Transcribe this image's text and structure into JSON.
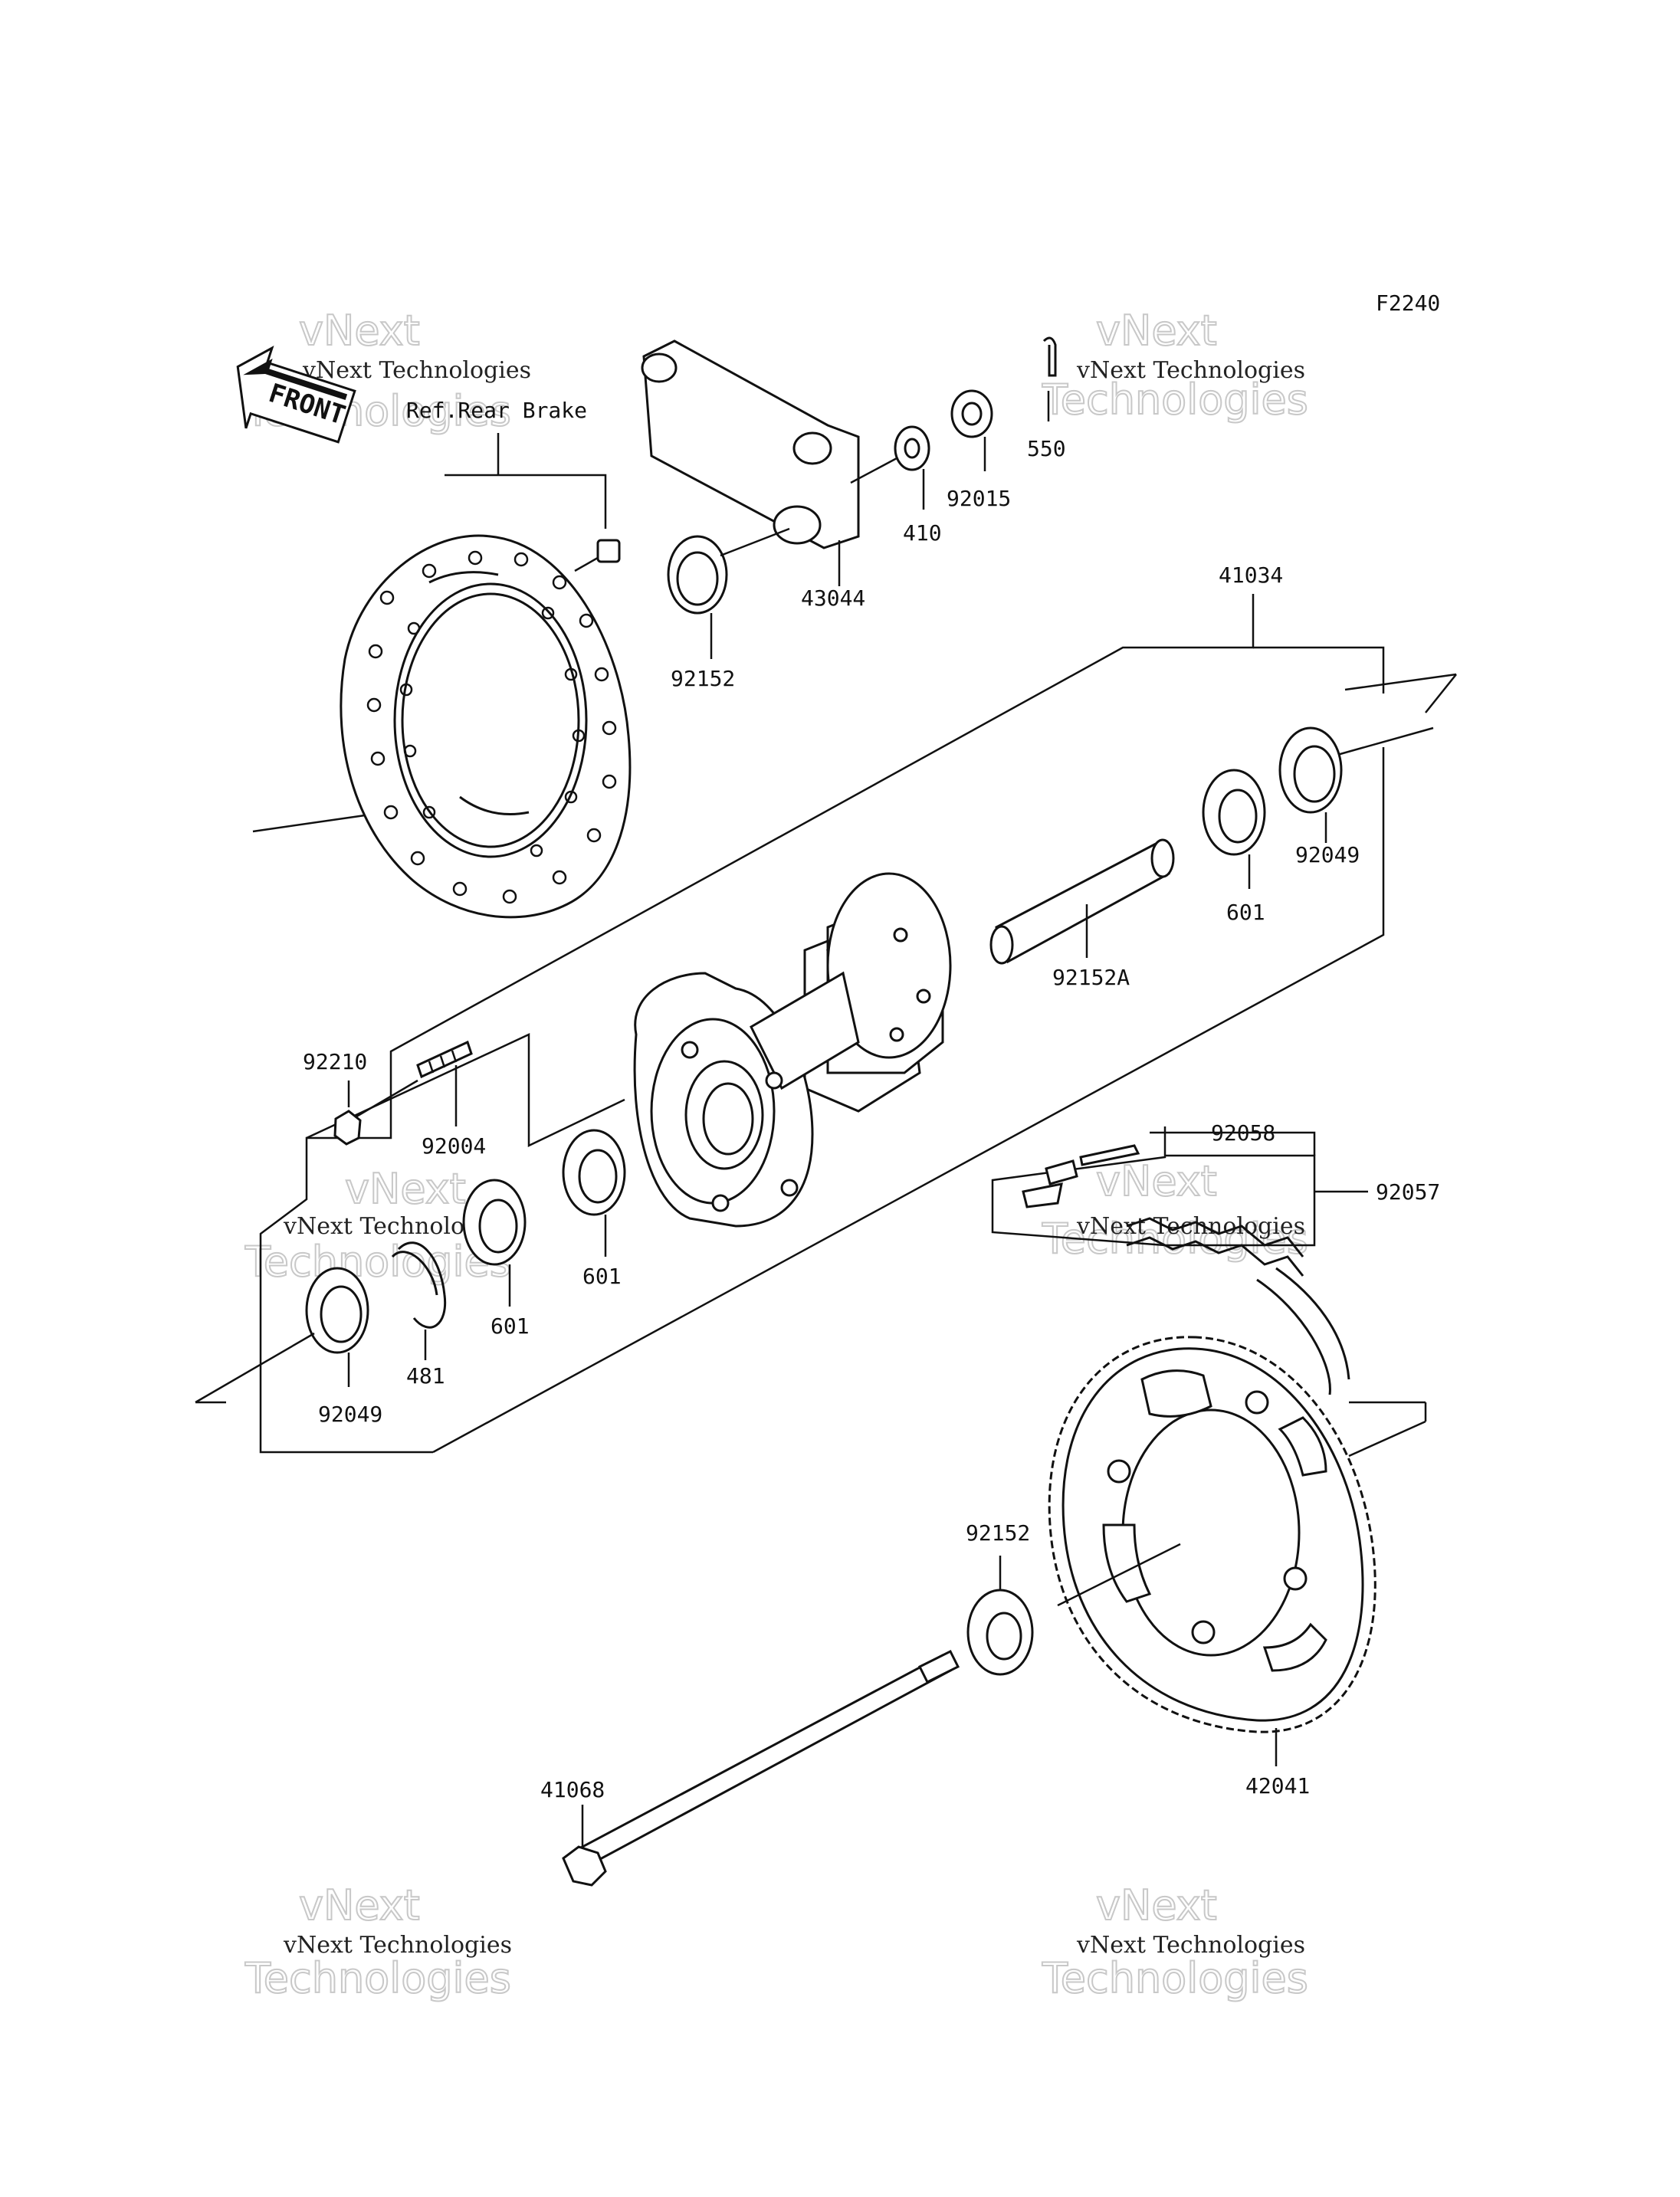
{
  "diagram": {
    "code": "F2240",
    "front_badge": "FRONT",
    "ref_note": "Ref.Rear Brake",
    "watermark": {
      "line1": "vNext Technologies",
      "line2": "vNext",
      "line3": "Technologies"
    },
    "parts": [
      {
        "number": "550"
      },
      {
        "number": "92015"
      },
      {
        "number": "410"
      },
      {
        "number": "43044"
      },
      {
        "number": "92152"
      },
      {
        "number": "41034"
      },
      {
        "number": "92049"
      },
      {
        "number": "601"
      },
      {
        "number": "92152A"
      },
      {
        "number": "92210"
      },
      {
        "number": "92004"
      },
      {
        "number": "601"
      },
      {
        "number": "601"
      },
      {
        "number": "481"
      },
      {
        "number": "92049"
      },
      {
        "number": "92058"
      },
      {
        "number": "92057"
      },
      {
        "number": "92152"
      },
      {
        "number": "42041"
      },
      {
        "number": "41068"
      }
    ]
  }
}
